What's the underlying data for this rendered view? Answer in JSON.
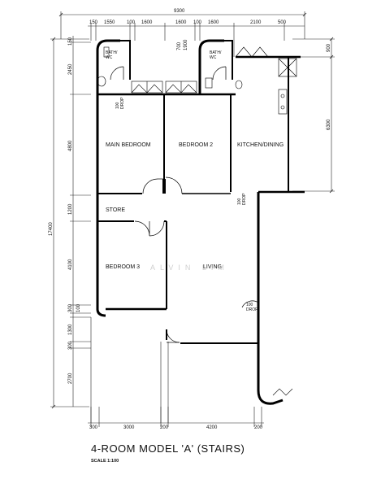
{
  "title": "4-ROOM MODEL 'A' (STAIRS)",
  "scale": "SCALE 1:100",
  "watermark": "ALVIN LIM",
  "rooms": {
    "main_bedroom": "MAIN BEDROOM",
    "bedroom2": "BEDROOM 2",
    "kitchen": "KITCHEN/DINING",
    "store": "STORE",
    "bedroom3": "BEDROOM 3",
    "living": "LIVING",
    "bath1": [
      "BATH/",
      "WC"
    ],
    "bath2": [
      "BATH/",
      "WC"
    ]
  },
  "drop_labels": {
    "drop1": [
      "100",
      "DROP"
    ],
    "drop2": [
      "100",
      "DROP"
    ],
    "drop3": [
      "100",
      "DROP"
    ]
  },
  "dimensions": {
    "top_total": "9300",
    "top": [
      "150",
      "1550",
      "100",
      "1600",
      "1600",
      "100",
      "1600",
      "2100",
      "500"
    ],
    "left_total": "17400",
    "left": [
      "150",
      "2450",
      "4800",
      "1200",
      "4100",
      "300",
      "100",
      "1300",
      "300",
      "2700"
    ],
    "right": [
      "900",
      "6300"
    ],
    "bottom": [
      "300",
      "3000",
      "200",
      "4200",
      "200"
    ],
    "small_700": "700",
    "small_1900": "1900"
  }
}
